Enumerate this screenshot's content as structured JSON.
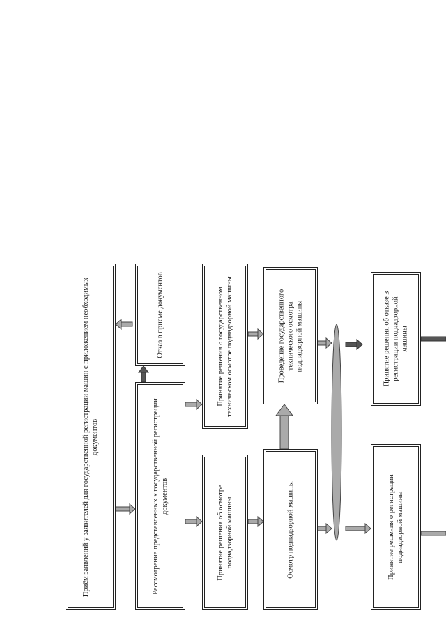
{
  "diagram": {
    "boxes": {
      "submit": "Приём заявлений у заявителей для государственной регистрации машин с приложением необходимых документов",
      "review": "Рассмотрение представленных к государственной регистрации документов",
      "refuse": "Отказ в приеме документов",
      "decide_inspection": "Принятие решения об осмотре поднадзорной машины",
      "decide_tech_inspection": "Принятие решения о государственном техническом осмотре поднадзорной машины",
      "inspection": "Осмотр поднадзорной машины",
      "tech_inspection": "Проведение государственного технического осмотра поднадзорной машины",
      "decide_register": "Принятие решения о регистрации поднадзорной машины",
      "decide_refuse_register": "Принятие решения об отказе в регистрации поднадзорной машины"
    },
    "colors": {
      "border": "#222222",
      "arrow_fill": "#aaaaaa",
      "arrow_dark": "#555555"
    }
  }
}
